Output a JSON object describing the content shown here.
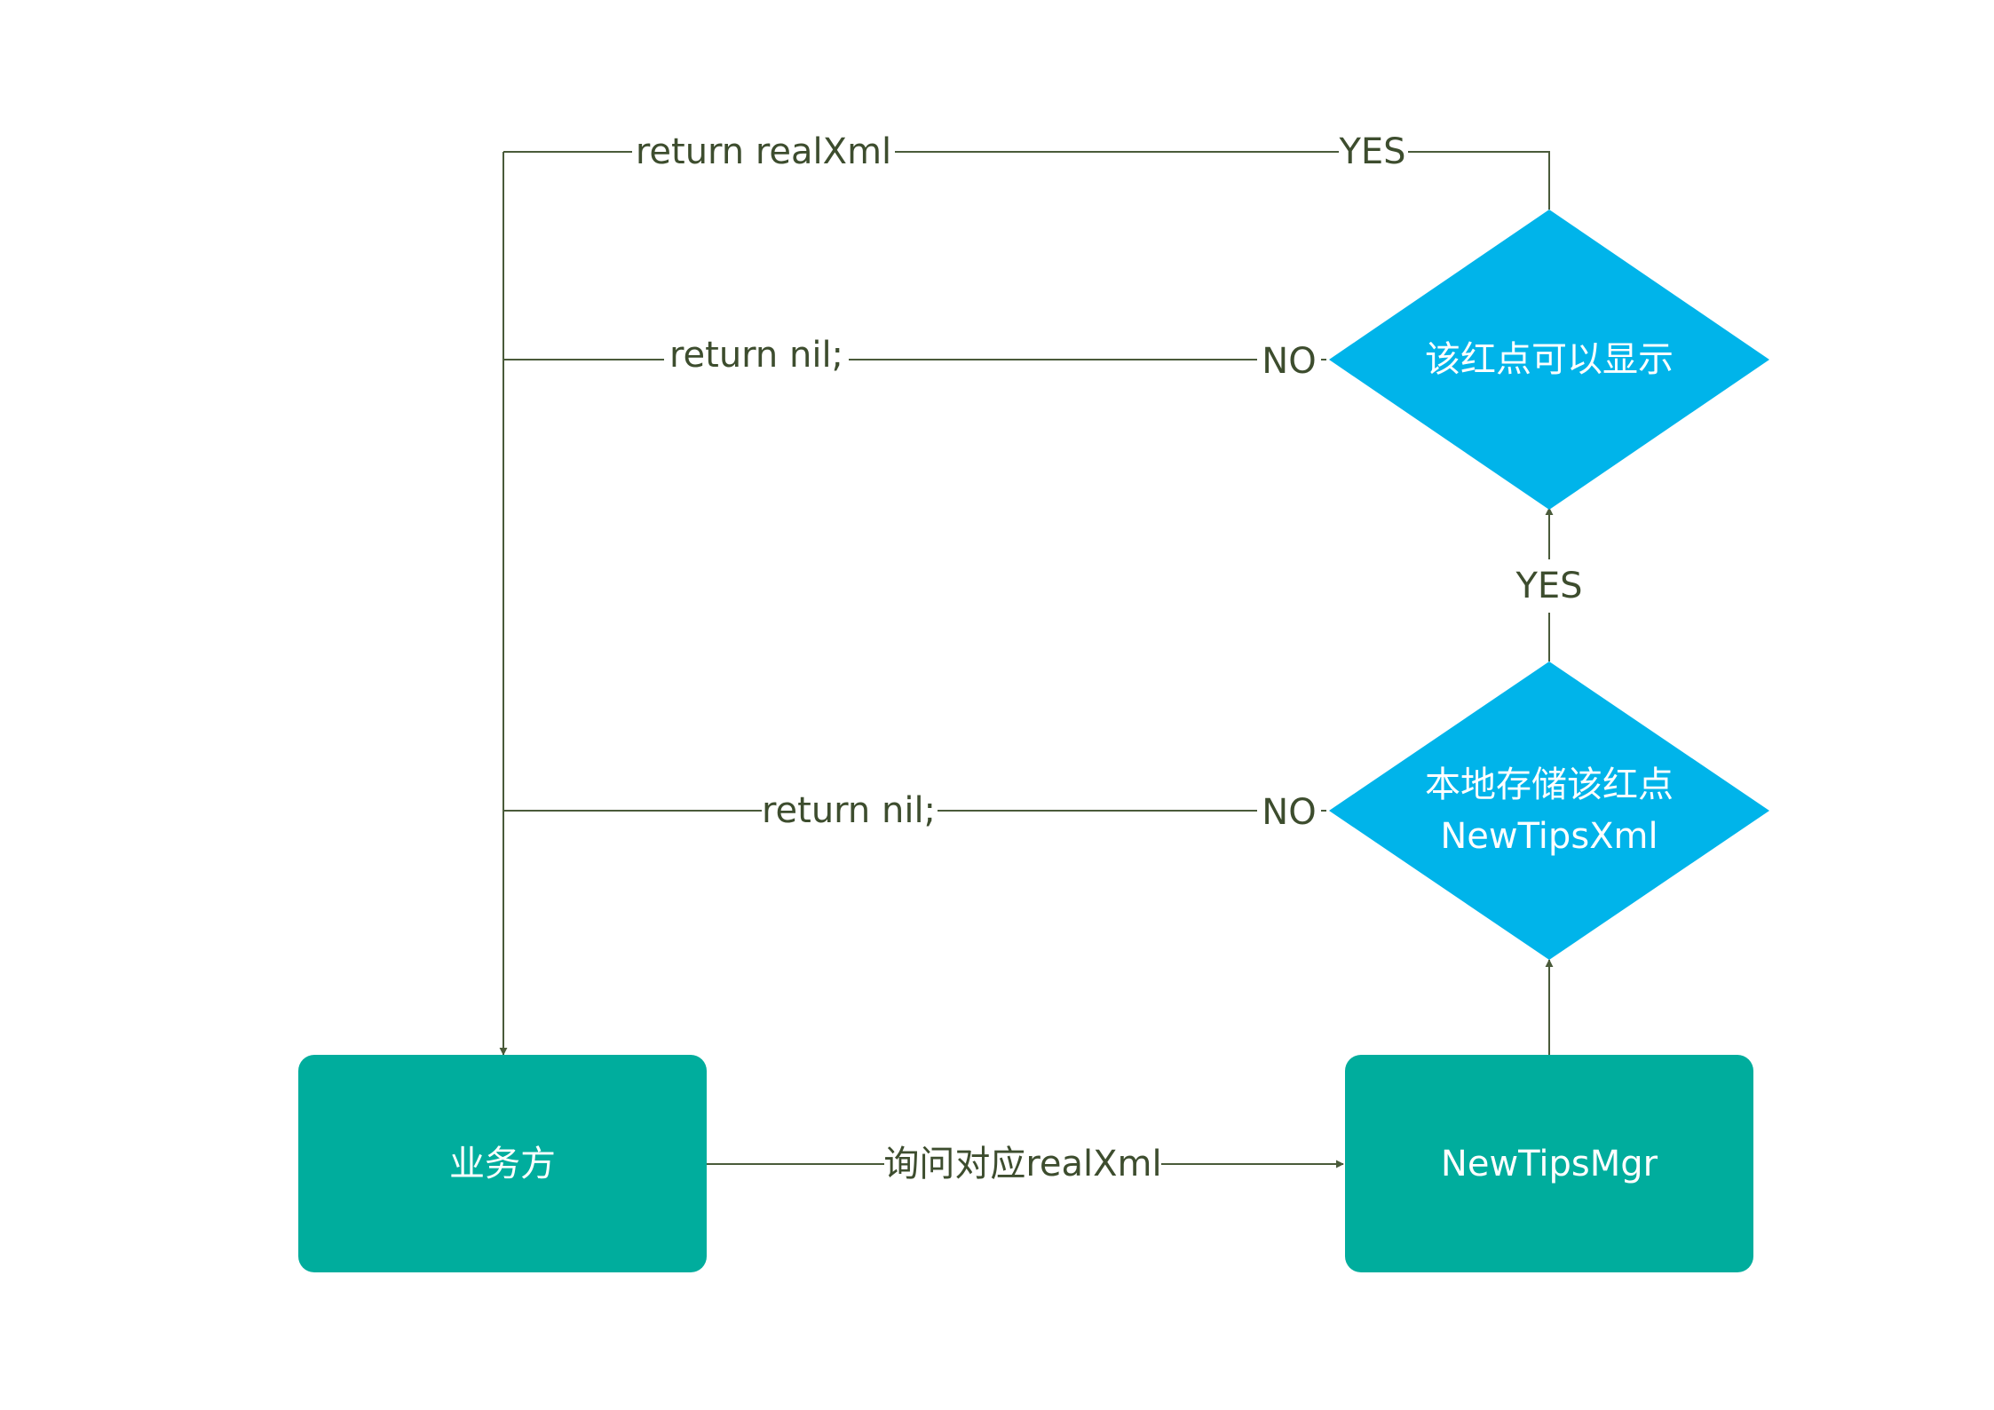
{
  "colors": {
    "edge": "#4a5b3a",
    "edge_label": "#3d4d2e",
    "process_fill": "#00ad9d",
    "decision_fill": "#00b4ea",
    "node_text": "#ffffff"
  },
  "nodes": {
    "business": {
      "label": "业务方"
    },
    "mgr": {
      "label": "NewTipsMgr"
    },
    "storage_check": {
      "line1": "本地存储该红点",
      "line2": "NewTipsXml"
    },
    "display_check": {
      "label": "该红点可以显示"
    }
  },
  "edges": {
    "query": {
      "label": "询问对应realXml"
    },
    "storage_yes": {
      "label": "YES"
    },
    "storage_no": {
      "label": "NO",
      "return_label": "return nil;"
    },
    "display_no": {
      "label": "NO",
      "return_label": "return nil;"
    },
    "display_yes": {
      "label": "YES",
      "return_label": "return realXml"
    }
  }
}
